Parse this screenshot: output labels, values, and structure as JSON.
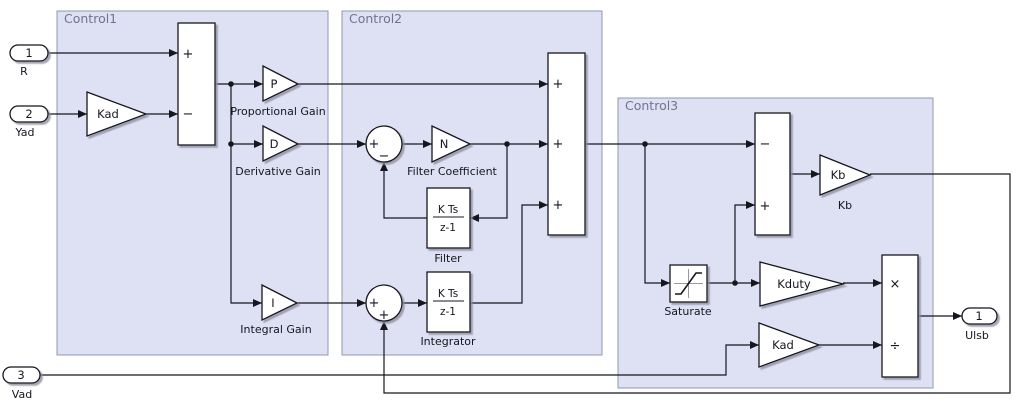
{
  "colors": {
    "canvas": "#ffffff",
    "area_fill": "#dee1f4",
    "area_border": "#9298b0",
    "area_label_text": "#6f7490",
    "block_fill": "#ffffff",
    "block_border": "#16161f",
    "wire": "#16161f"
  },
  "areas": [
    {
      "label": "Control1"
    },
    {
      "label": "Control2"
    },
    {
      "label": "Control3"
    }
  ],
  "inports": [
    {
      "num": "1",
      "name": "R"
    },
    {
      "num": "2",
      "name": "Yad"
    },
    {
      "num": "3",
      "name": "Vad"
    }
  ],
  "outports": [
    {
      "num": "1",
      "name": "Ulsb"
    }
  ],
  "gains": {
    "kad1": {
      "text": "Kad"
    },
    "p": {
      "text": "P",
      "label": "Proportional Gain"
    },
    "d": {
      "text": "D",
      "label": "Derivative Gain"
    },
    "i": {
      "text": "I",
      "label": "Integral Gain"
    },
    "n": {
      "text": "N",
      "label": "Filter Coefficient"
    },
    "kb": {
      "text": "Kb",
      "label": "Kb"
    },
    "kduty": {
      "text": "Kduty"
    },
    "kad2": {
      "text": "Kad"
    }
  },
  "discrete_blocks": {
    "filter": {
      "numerator": "K Ts",
      "denominator": "z-1",
      "label": "Filter"
    },
    "integrator": {
      "numerator": "K Ts",
      "denominator": "z-1",
      "label": "Integrator"
    }
  },
  "saturate": {
    "label": "Saturate"
  },
  "signs": {
    "plus": "+",
    "minus": "−",
    "times": "×",
    "divide": "÷"
  }
}
